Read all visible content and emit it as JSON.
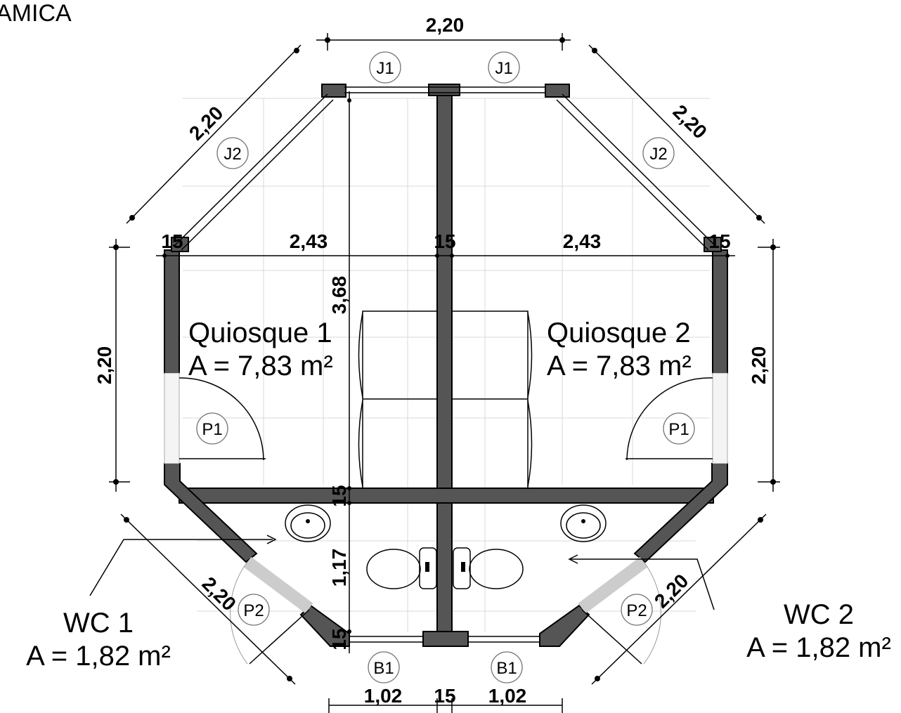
{
  "corner_label": "AMICA",
  "rooms": [
    {
      "name": "Quiosque 1",
      "area": "A = 7,83 m²"
    },
    {
      "name": "Quiosque 2",
      "area": "A = 7,83 m²"
    },
    {
      "name": "WC 1",
      "area": "A = 1,82 m²"
    },
    {
      "name": "WC 2",
      "area": "A = 1,82 m²"
    }
  ],
  "dimensions": {
    "top": "2,20",
    "upper_left_diag": "2,20",
    "upper_right_diag": "2,20",
    "left_side": "2,20",
    "right_side": "2,20",
    "lower_left_diag": "2,20",
    "lower_right_diag": "2,20",
    "kiosk_width_left": "2,43",
    "kiosk_width_right": "2,43",
    "wall_left": "15",
    "wall_center": "15",
    "wall_right": "15",
    "kiosk_depth": "3,68",
    "wall_mid": "15",
    "wc_depth": "1,17",
    "wall_bottom": "15",
    "bottom_left": "1,02",
    "bottom_center": "15",
    "bottom_right": "1,02"
  },
  "tags": {
    "j1": "J1",
    "j2": "J2",
    "p1": "P1",
    "p2": "P2",
    "b1": "B1"
  }
}
